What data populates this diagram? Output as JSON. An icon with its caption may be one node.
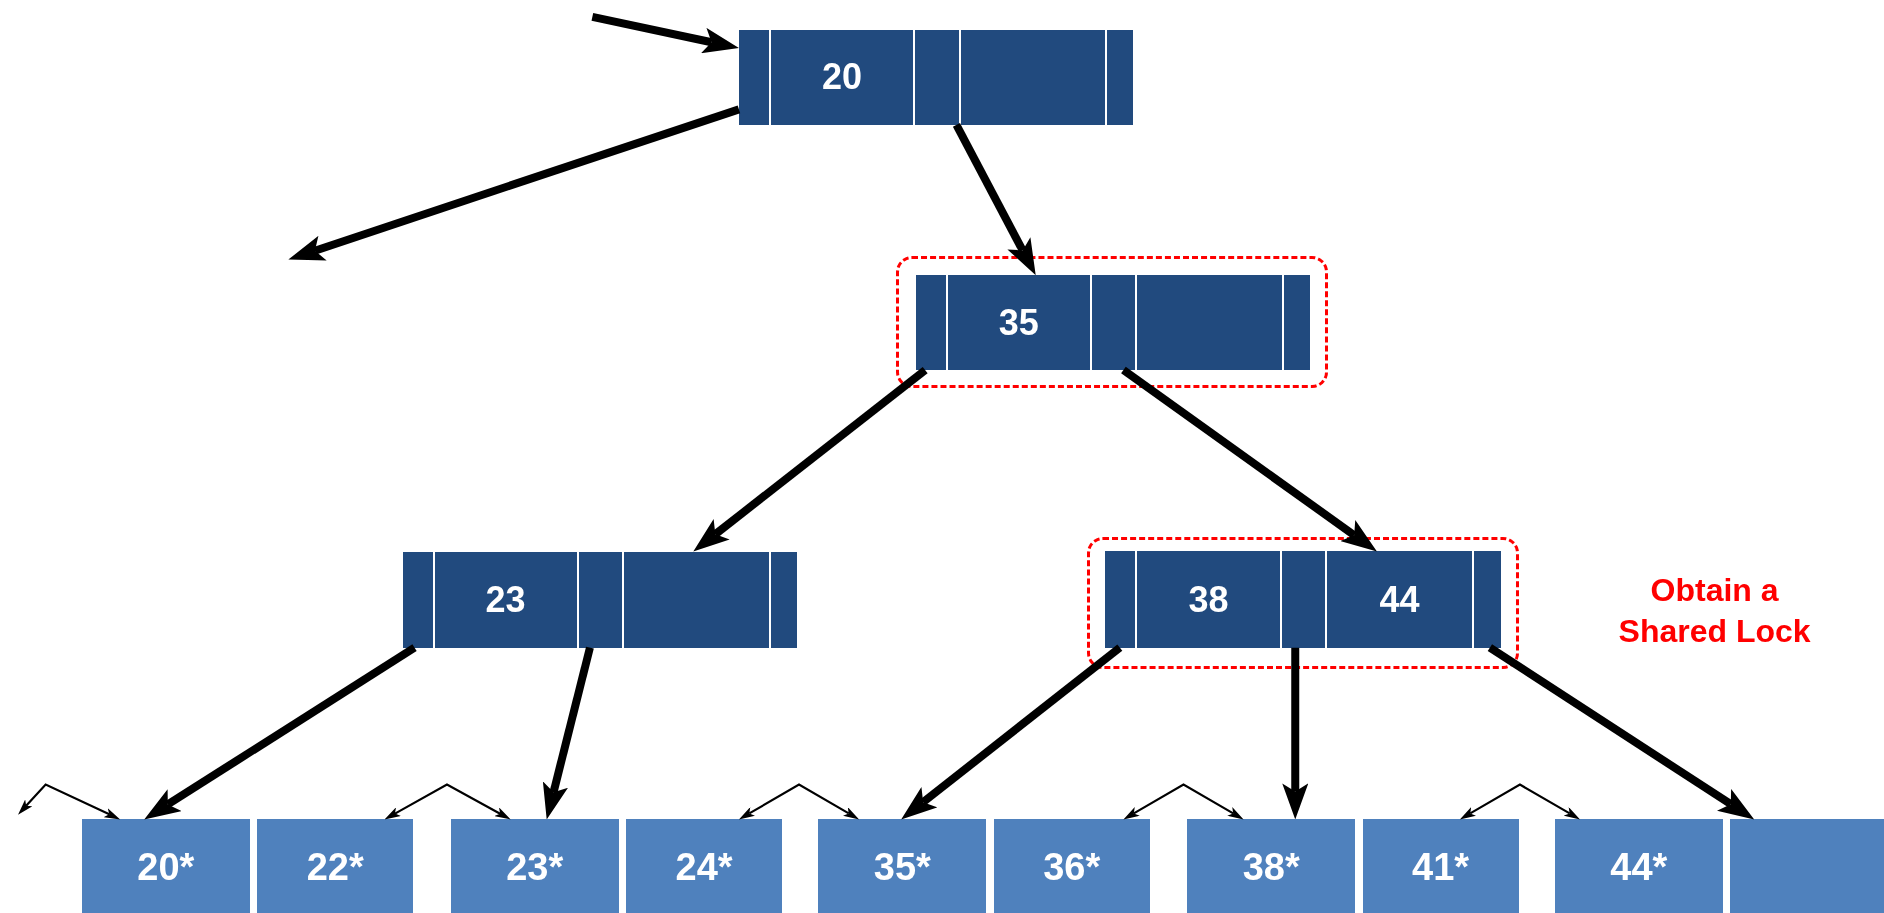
{
  "diagram": {
    "nodes": [
      {
        "text": [
          "20"
        ]
      },
      {
        "text": [],
        "shape": "box"
      },
      {
        "text": [
          "35"
        ],
        "in": 1
      },
      {
        "text": [
          "23"
        ]
      },
      {
        "text": [],
        "shape": "box",
        "beside": [
          "Obtain a Shared Lock"
        ]
      },
      {
        "text": [
          "38",
          "44"
        ],
        "in": 4
      },
      {
        "text": [
          "20*"
        ]
      },
      {
        "text": [
          "22*"
        ]
      },
      {
        "text": [
          "23*"
        ]
      },
      {
        "text": [
          "24*"
        ]
      },
      {
        "text": [
          "35*"
        ]
      },
      {
        "text": [
          "36*"
        ]
      },
      {
        "text": [
          "38*"
        ]
      },
      {
        "text": [
          "41*"
        ]
      },
      {
        "text": [
          "44*"
        ]
      },
      {
        "text": [],
        "shape": "box"
      }
    ],
    "edges": [
      {
        "from": null,
        "to": 0,
        "arrow": "to"
      },
      {
        "from": 0,
        "to": null,
        "arrow": "to"
      },
      {
        "from": 0,
        "to": 2,
        "arrow": "to"
      },
      {
        "from": 2,
        "to": 3,
        "arrow": "to"
      },
      {
        "from": 2,
        "to": 5,
        "arrow": "to"
      },
      {
        "from": 3,
        "to": 6,
        "arrow": "to"
      },
      {
        "from": 3,
        "to": 8,
        "arrow": "to"
      },
      {
        "from": 5,
        "to": 10,
        "arrow": "to"
      },
      {
        "from": 5,
        "to": 12,
        "arrow": "to"
      },
      {
        "from": 5,
        "to": 14,
        "arrow": "to"
      },
      {
        "from": null,
        "to": 6,
        "arrow": "both"
      },
      {
        "from": 7,
        "to": 8,
        "arrow": "both"
      },
      {
        "from": 9,
        "to": 10,
        "arrow": "both"
      },
      {
        "from": 11,
        "to": 12,
        "arrow": "both"
      },
      {
        "from": 13,
        "to": 14,
        "arrow": "both"
      }
    ]
  }
}
